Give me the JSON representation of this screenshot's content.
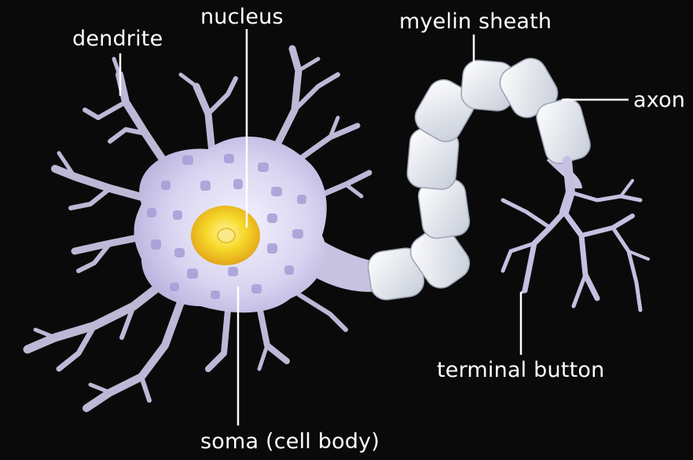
{
  "labels": {
    "nucleus": "nucleus",
    "dendrite": "dendrite",
    "myelin_sheath": "myelin sheath",
    "axon": "axon",
    "terminal_button": "terminal button",
    "soma": "soma (cell body)"
  },
  "colors": {
    "background": "#0a0a0a",
    "cell_body": "#d6d3ef",
    "dendrite": "#bfbad6",
    "vesicle": "#a8a1d8",
    "nucleus": "#f3d62a",
    "myelin": "#e4e8ef",
    "axon_terminal": "#c9c3e2",
    "leader_line": "#ffffff",
    "text": "#ffffff"
  }
}
